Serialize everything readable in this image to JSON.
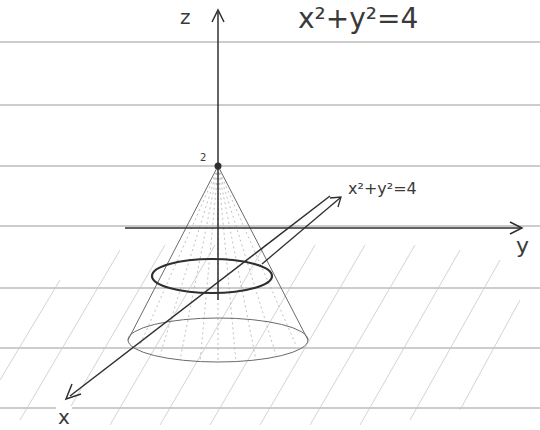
{
  "diagram": {
    "labels": [
      "z",
      "x²+y²=4",
      "2",
      "x²+y²=4",
      "y",
      "x"
    ]
  }
}
